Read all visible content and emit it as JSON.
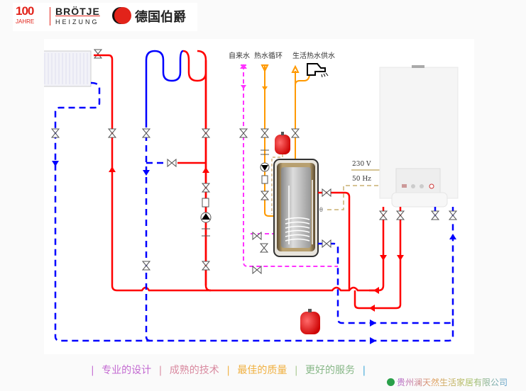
{
  "logo": {
    "anniversary": "100",
    "anniversary_sub": "JAHRE",
    "brand": "BRÖTJE",
    "brand_sub": "HEIZUNG",
    "brand_cn": "德国伯爵"
  },
  "diagram": {
    "labels": {
      "cold_water": "自来水",
      "hot_water_circulation": "热水循环",
      "domestic_hot_water_supply": "生活热水供水",
      "voltage": "230 V",
      "frequency": "50 Hz"
    },
    "components": [
      "radiator",
      "underfloor-heating-loop",
      "hot-water-storage-tank",
      "wall-hung-boiler",
      "expansion-vessel",
      "circulation-pump",
      "faucet"
    ],
    "colors": {
      "supply": "#ff0000",
      "return": "#0000ff",
      "cold_water": "#ff33ff",
      "hot_water": "#ff9900",
      "electrical": "#c8b070"
    }
  },
  "slogan": {
    "items": [
      {
        "text": "专业的设计",
        "color": "#c36ad1"
      },
      {
        "text": "成熟的技术",
        "color": "#d98aa0"
      },
      {
        "text": "最佳的质量",
        "color": "#f0b040"
      },
      {
        "text": "更好的服务",
        "color": "#88b888"
      }
    ],
    "separator": "|"
  },
  "company": {
    "name": "贵州澜天然生活家居有限公司"
  }
}
